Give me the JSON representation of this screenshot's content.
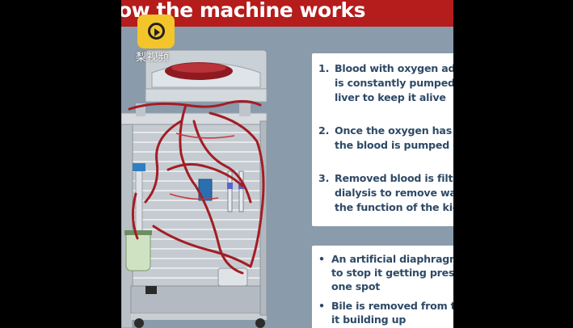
{
  "banner": {
    "title": "ow the machine works"
  },
  "watermark": {
    "text": "梨视频",
    "icon": "play-logo-icon",
    "color": "#f3c52b"
  },
  "steps": [
    {
      "number": "1.",
      "lines": [
        "Blood with oxygen adde",
        "is constantly pumped in",
        "liver to keep it alive"
      ]
    },
    {
      "number": "2.",
      "lines": [
        "Once the oxygen has be",
        "the blood is pumped ou"
      ]
    },
    {
      "number": "3.",
      "lines": [
        "Removed blood is filtere",
        "dialysis to remove wast",
        "the function of the kidn"
      ]
    }
  ],
  "notes": [
    {
      "bullet": "•",
      "lines": [
        "An artificial diaphragm m",
        "to stop it getting pressur",
        "one spot"
      ]
    },
    {
      "bullet": "•",
      "lines": [
        "Bile is removed from the",
        "it building up"
      ]
    }
  ],
  "colors": {
    "banner": "#b51c1c",
    "text": "#2e4a66",
    "background": "#8a9bab",
    "tubing": "#a31d24"
  }
}
